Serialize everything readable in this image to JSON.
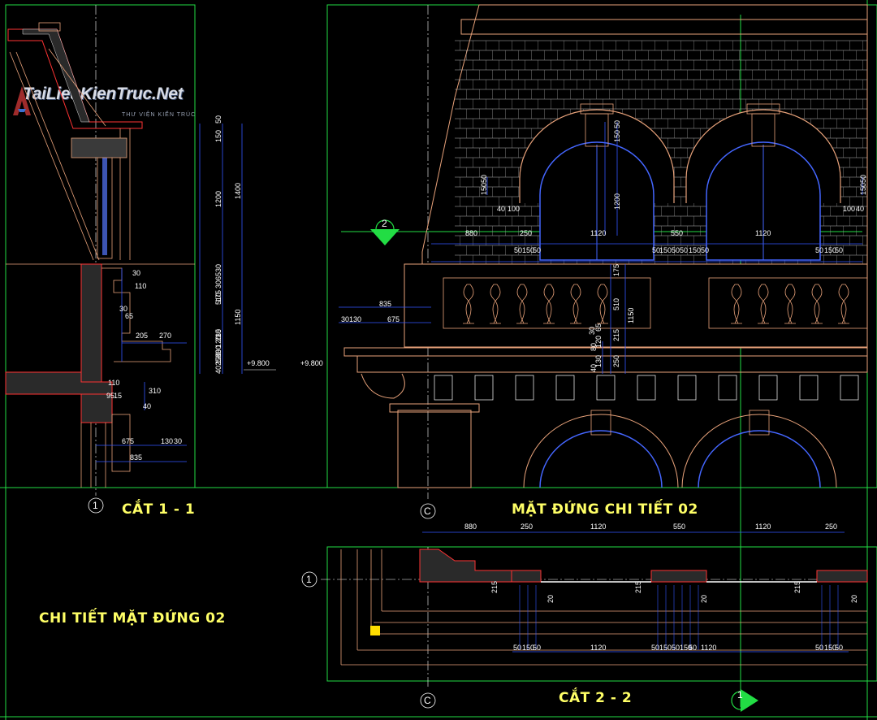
{
  "watermark": {
    "brand": "TaiLieuKienTruc.Net",
    "tagline": "THƯ VIỆN KIẾN TRÚC"
  },
  "titles": {
    "section_1": "CẮT 1 - 1",
    "elevation": "MẶT ĐỨNG CHI TIẾT 02",
    "detail": "CHI TIẾT MẶT ĐỨNG 02",
    "section_2": "CẮT 2 - 2"
  },
  "grid_labels": {
    "one": "1",
    "c": "C",
    "two": "2"
  },
  "levels": {
    "left": "+9.800",
    "right": "+9.800"
  },
  "section1_dims": {
    "v1": [
      "150",
      "50",
      "1200",
      "30",
      "65",
      "30",
      "175",
      "510",
      "30",
      "215",
      "120",
      "30",
      "80",
      "130",
      "40",
      "250"
    ],
    "v1_total": [
      "1400",
      "1150"
    ],
    "h": [
      "30",
      "110",
      "30",
      "65",
      "205",
      "270",
      "110",
      "95",
      "15",
      "310",
      "40",
      "675",
      "130",
      "30",
      "835"
    ]
  },
  "elevation_dims": {
    "left_v": [
      "150",
      "50",
      "40",
      "100"
    ],
    "window_v": [
      "150",
      "50",
      "1200"
    ],
    "right_v": [
      "150",
      "50",
      "100",
      "40"
    ],
    "row_top": [
      "880",
      "250",
      "550",
      "1120",
      "1120"
    ],
    "row_bot": [
      "50",
      "150",
      "50",
      "50",
      "150",
      "50",
      "50",
      "150",
      "50",
      "50",
      "150",
      "50"
    ],
    "balcony_v": [
      "175",
      "510",
      "30",
      "65",
      "215",
      "120",
      "80",
      "130",
      "40",
      "250"
    ],
    "balcony_total": "1150",
    "left_h": [
      "835",
      "30",
      "130",
      "675"
    ]
  },
  "plan_dims": {
    "top": [
      "880",
      "250",
      "1120",
      "550",
      "1120",
      "250"
    ],
    "bottom": [
      "50",
      "150",
      "50",
      "1120",
      "50",
      "150",
      "50",
      "150",
      "50",
      "1120",
      "50",
      "150",
      "50"
    ],
    "vert": [
      "215",
      "20",
      "215",
      "20",
      "215",
      "20"
    ]
  }
}
